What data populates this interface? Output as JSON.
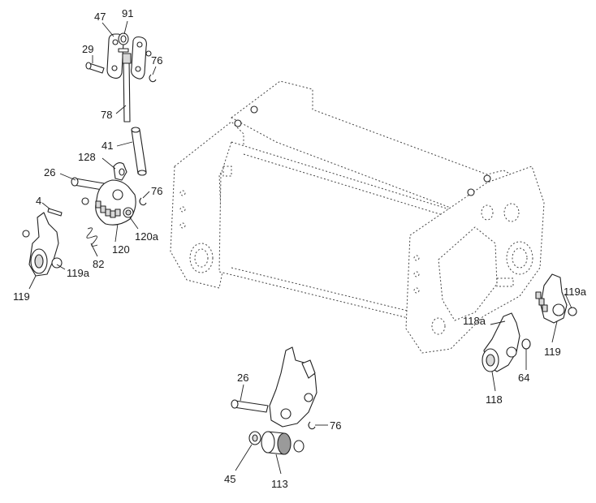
{
  "callouts": [
    {
      "id": "47",
      "text": "47"
    },
    {
      "id": "91",
      "text": "91"
    },
    {
      "id": "29",
      "text": "29"
    },
    {
      "id": "76a",
      "text": "76"
    },
    {
      "id": "78",
      "text": "78"
    },
    {
      "id": "41",
      "text": "41"
    },
    {
      "id": "128",
      "text": "128"
    },
    {
      "id": "26a",
      "text": "26"
    },
    {
      "id": "76b",
      "text": "76"
    },
    {
      "id": "4",
      "text": "4"
    },
    {
      "id": "120a",
      "text": "120a"
    },
    {
      "id": "120",
      "text": "120"
    },
    {
      "id": "82",
      "text": "82"
    },
    {
      "id": "119a_l",
      "text": "119a"
    },
    {
      "id": "119_l",
      "text": "119"
    },
    {
      "id": "119a_r",
      "text": "119a"
    },
    {
      "id": "118a",
      "text": "118a"
    },
    {
      "id": "119_r",
      "text": "119"
    },
    {
      "id": "64",
      "text": "64"
    },
    {
      "id": "118",
      "text": "118"
    },
    {
      "id": "26b",
      "text": "26"
    },
    {
      "id": "76c",
      "text": "76"
    },
    {
      "id": "45",
      "text": "45"
    },
    {
      "id": "113",
      "text": "113"
    }
  ]
}
